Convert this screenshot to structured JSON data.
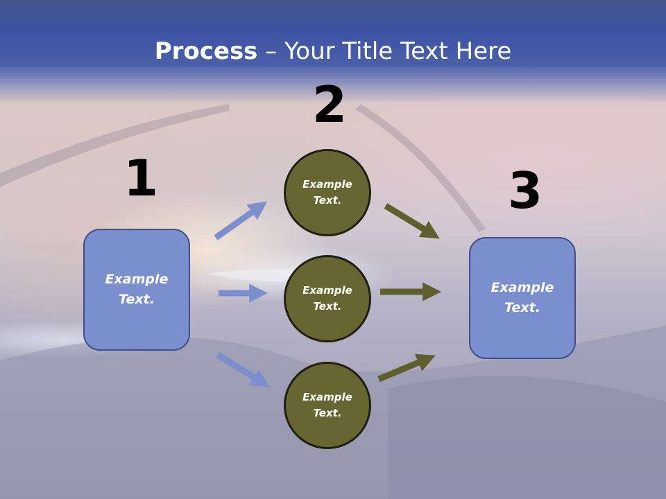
{
  "title": {
    "bold": "Process",
    "rest": " – Your Title Text Here"
  },
  "steps": {
    "one": "1",
    "two": "2",
    "three": "3"
  },
  "left_box": {
    "line1": "Example",
    "line2": "Text."
  },
  "circles": [
    {
      "line1": "Example",
      "line2": "Text."
    },
    {
      "line1": "Example",
      "line2": "Text."
    },
    {
      "line1": "Example",
      "line2": "Text."
    }
  ],
  "right_box": {
    "line1": "Example",
    "line2": "Text."
  },
  "colors": {
    "title_band": "#3d54a4",
    "box_fill": "#7b8fcf",
    "circle_fill": "#676633",
    "arrow_blue": "#7b8fcf",
    "arrow_olive": "#5e5e2e"
  }
}
